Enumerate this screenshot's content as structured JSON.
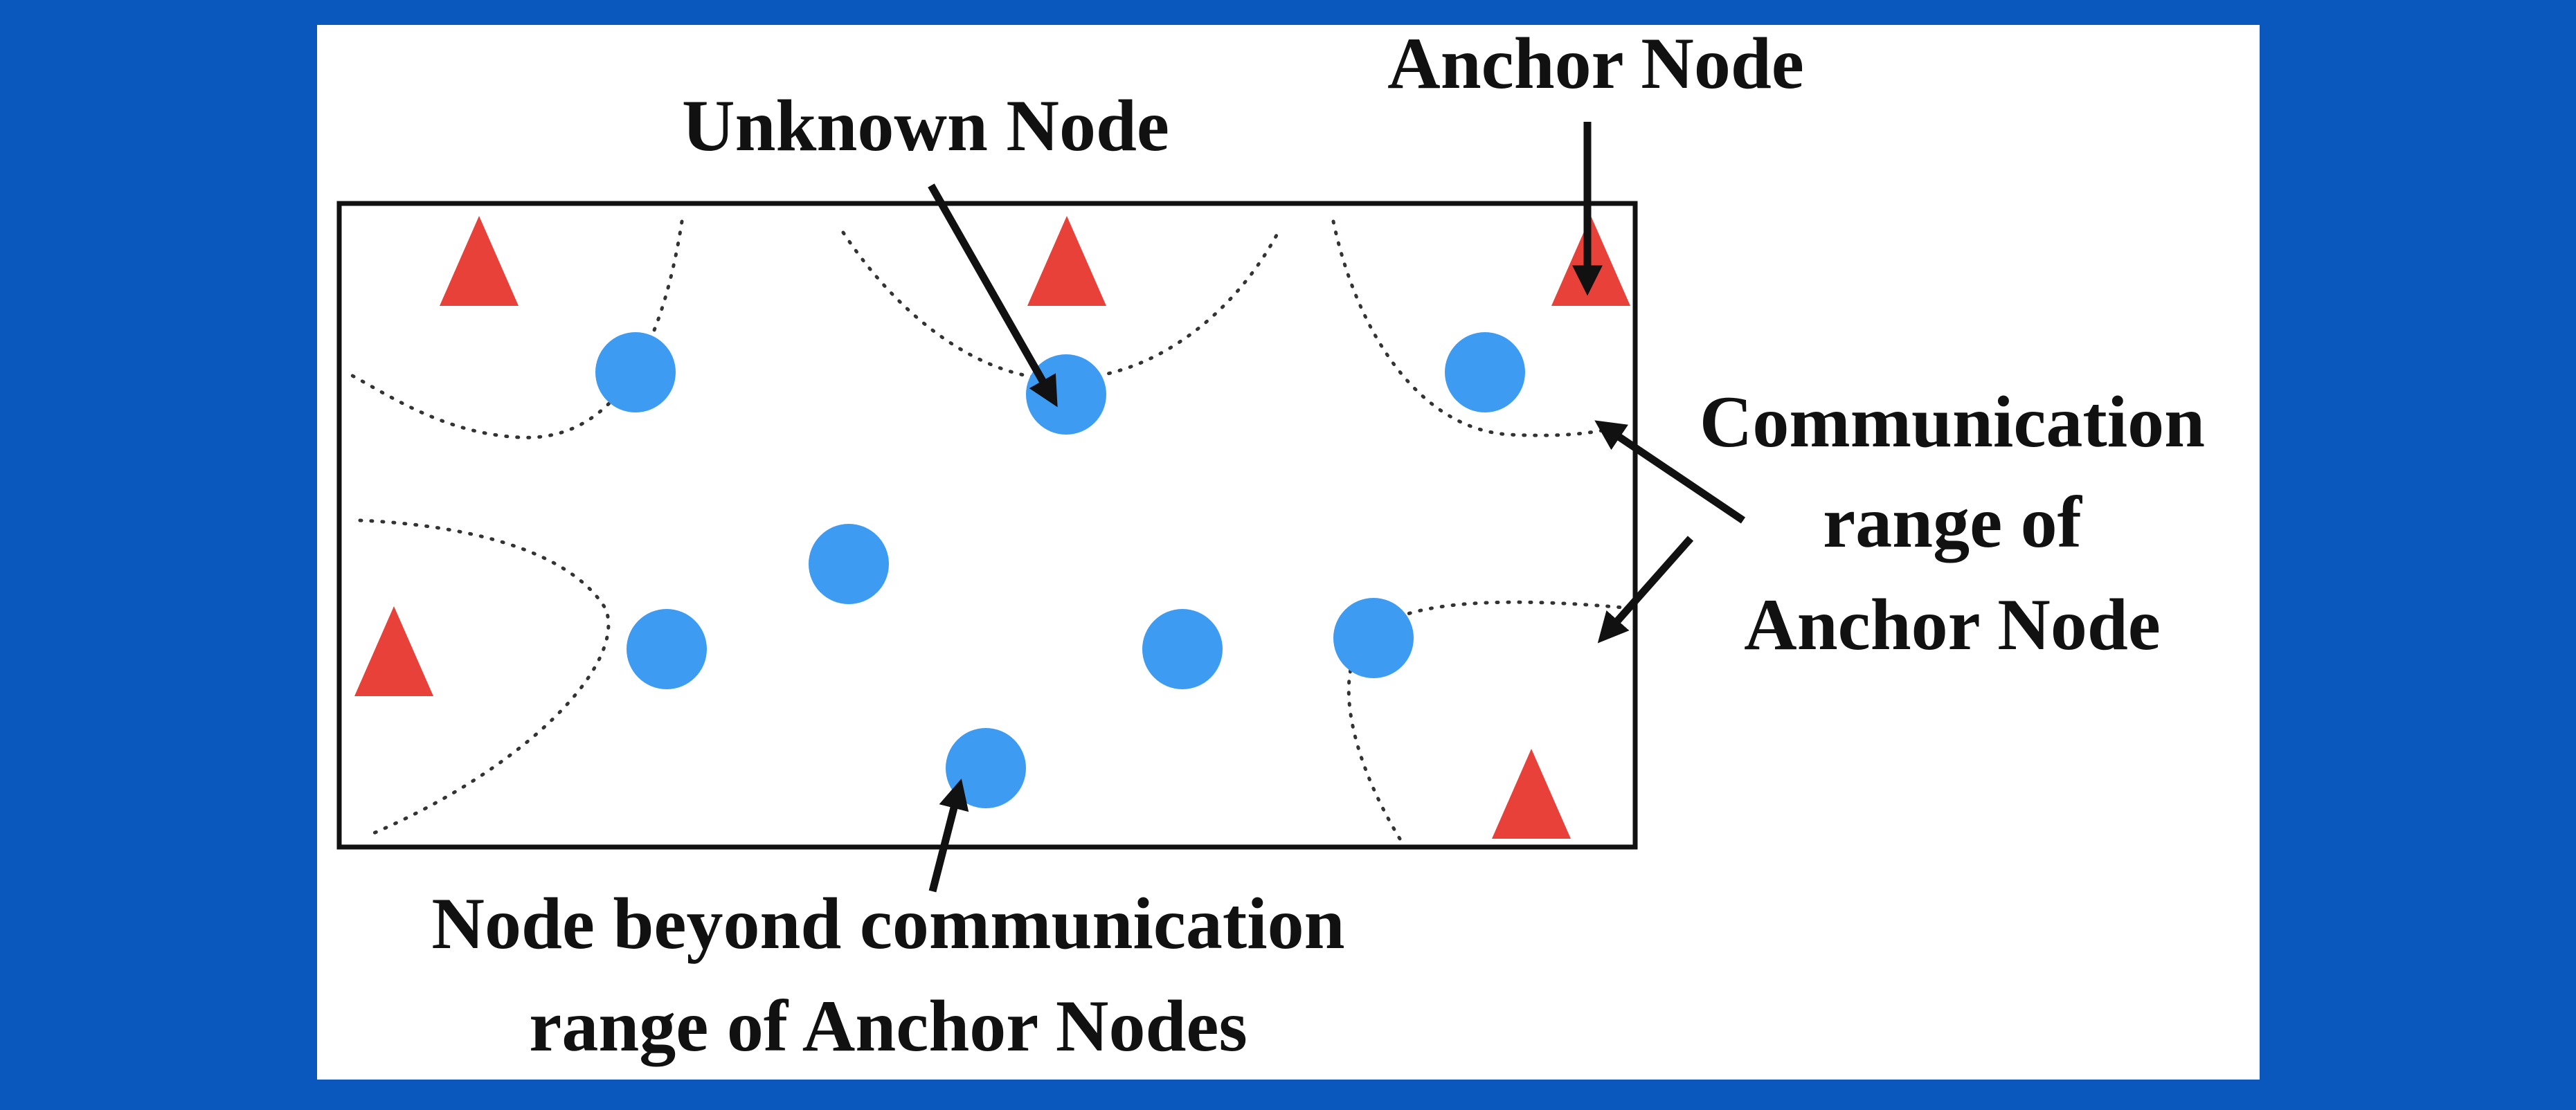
{
  "labels": {
    "unknown_node": "Unknown Node",
    "anchor_node": "Anchor Node",
    "comm_range_line1": "Communication",
    "comm_range_line2": "range of",
    "comm_range_line3": "Anchor Node",
    "beyond_line1": "Node beyond communication",
    "beyond_line2": "range of Anchor Nodes"
  },
  "colors": {
    "background": "#0a57bd",
    "panel": "#ffffff",
    "anchor_node": "#e8413a",
    "unknown_node": "#3d9cf2",
    "text": "#111111"
  }
}
